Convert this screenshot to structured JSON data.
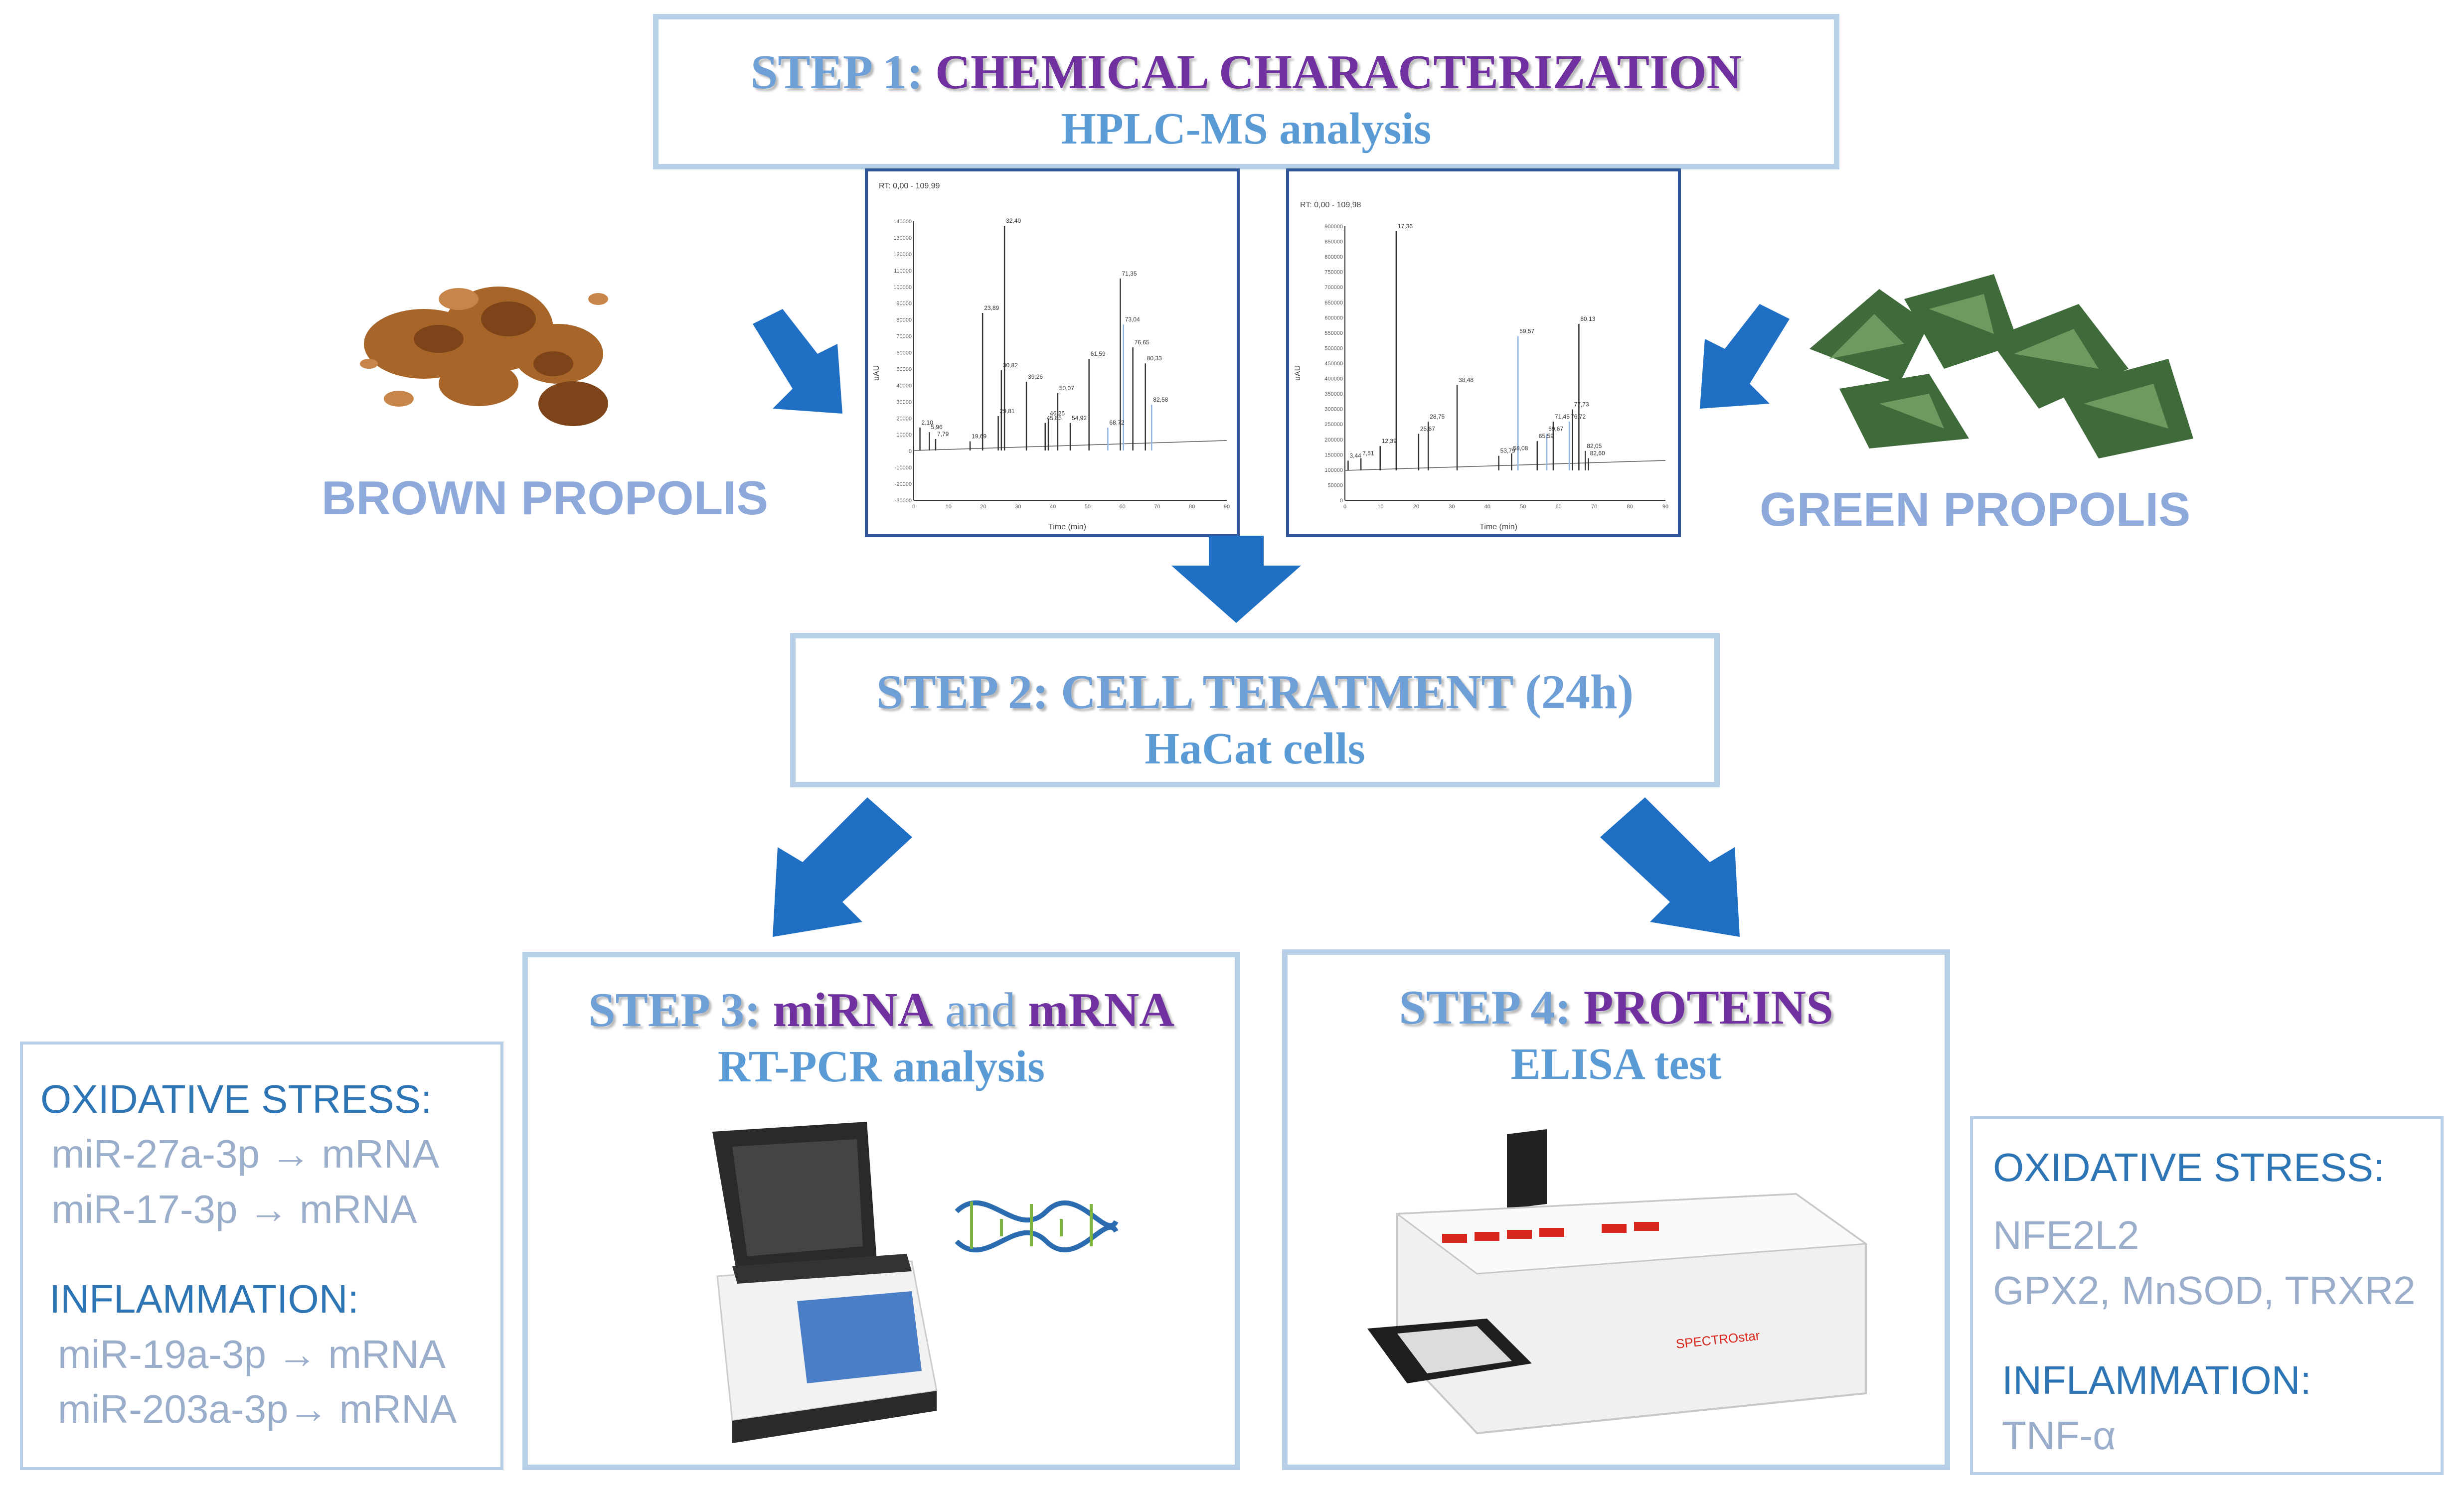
{
  "step1": {
    "prefix": "STEP 1: ",
    "title": "CHEMICAL CHARACTERIZATION",
    "subtitle": "HPLC-MS analysis"
  },
  "step2": {
    "prefix": "STEP 2: ",
    "title": "CELL TERATMENT",
    "suffix": " (24h)",
    "subtitle": "HaCat cells"
  },
  "step3": {
    "prefix": "STEP 3: ",
    "t1": "miRNA",
    "mid": " and ",
    "t2": "mRNA",
    "subtitle": "RT-PCR analysis"
  },
  "step4": {
    "prefix": "STEP 4: ",
    "title": "PROTEINS",
    "subtitle": "ELISA test"
  },
  "labels": {
    "brown": "BROWN PROPOLIS",
    "green": "GREEN PROPOLIS"
  },
  "left_panel": {
    "heading1": "OXIDATIVE STRESS:",
    "items1": [
      "miR-27a-3p → mRNA",
      "miR-17-3p → mRNA"
    ],
    "heading2": "INFLAMMATION:",
    "items2": [
      "miR-19a-3p → mRNA",
      "miR-203a-3p→ mRNA"
    ]
  },
  "right_panel": {
    "heading1": "OXIDATIVE STRESS:",
    "items1": [
      "NFE2L2",
      "GPX2, MnSOD, TRXR2"
    ],
    "heading2": "INFLAMMATION:",
    "items2": [
      "TNF-α"
    ]
  },
  "chart1": {
    "range_label": "RT: 0,00 - 109,99",
    "ylabel": "uAU",
    "xlabel": "Time (min)",
    "y_ticks": [
      "140000",
      "130000",
      "120000",
      "110000",
      "100000",
      "90000",
      "80000",
      "70000",
      "60000",
      "50000",
      "40000",
      "30000",
      "20000",
      "10000",
      "0",
      "-10000",
      "-20000",
      "-30000"
    ],
    "x_ticks": [
      "0",
      "10",
      "20",
      "30",
      "40",
      "50",
      "60",
      "70",
      "80",
      "90"
    ],
    "peak_labels": [
      "2,10",
      "5,96",
      "7,79",
      "19,69",
      "23,89",
      "29,81",
      "30,82",
      "32,40",
      "39,26",
      "45,85",
      "46,25",
      "50,07",
      "54,92",
      "61,59",
      "68,72",
      "71,35",
      "73,04",
      "76,65",
      "80,33",
      "82,58"
    ]
  },
  "chart2": {
    "range_label": "RT: 0,00 - 109,98",
    "ylabel": "uAU",
    "xlabel": "Time (min)",
    "y_ticks": [
      "900000",
      "850000",
      "800000",
      "750000",
      "700000",
      "650000",
      "600000",
      "550000",
      "500000",
      "450000",
      "400000",
      "350000",
      "300000",
      "250000",
      "200000",
      "150000",
      "100000",
      "50000",
      "0"
    ],
    "x_ticks": [
      "0",
      "10",
      "20",
      "30",
      "40",
      "50",
      "60",
      "70",
      "80",
      "90"
    ],
    "peak_labels": [
      "3,44",
      "7,51",
      "12,39",
      "17,36",
      "25,67",
      "28,75",
      "38,48",
      "53,79",
      "58,08",
      "59,57",
      "65,59",
      "71,45",
      "69,67",
      "77,73",
      "76,72",
      "80,13",
      "82,05",
      "82,60"
    ]
  },
  "colors": {
    "step_border": "#b7d0e8",
    "arrow": "#1f6fc5",
    "purple": "#7030a0",
    "steel_blue": "#6e9fd6",
    "chart_frame": "#2f5597"
  }
}
